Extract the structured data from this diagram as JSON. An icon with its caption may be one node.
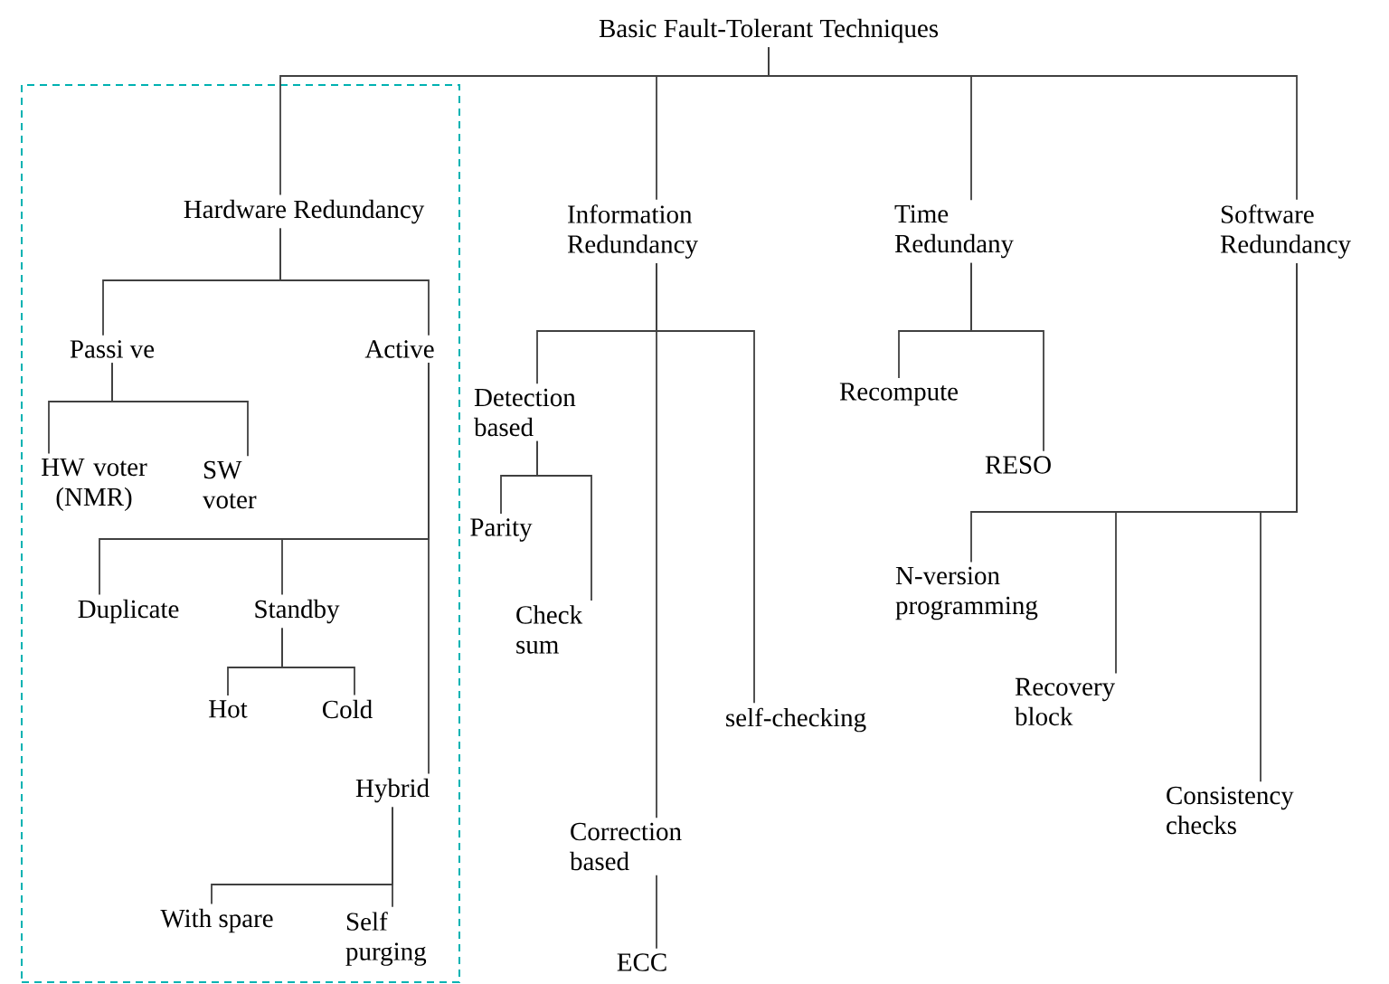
{
  "diagram": {
    "nodes": [
      {
        "text": [
          "Basic Fault-Tolerant Techniques"
        ]
      },
      {
        "text": [],
        "shape": "box"
      },
      {
        "text": [
          "Hardware Redundancy"
        ],
        "in": 1
      },
      {
        "text": [
          "Information Redundancy"
        ]
      },
      {
        "text": [
          "Time Redundany"
        ]
      },
      {
        "text": [
          "Software Redundancy"
        ]
      },
      {
        "text": [
          "Passi ve"
        ],
        "in": 1
      },
      {
        "text": [
          "Active"
        ],
        "in": 1
      },
      {
        "text": [
          "Detection based"
        ]
      },
      {
        "text": [
          "Recompute"
        ]
      },
      {
        "text": [
          "HW voter (NMR)"
        ],
        "in": 1
      },
      {
        "text": [
          "SW voter"
        ],
        "in": 1
      },
      {
        "text": [
          "RESO"
        ]
      },
      {
        "text": [
          "Parity"
        ]
      },
      {
        "text": [
          "N-version programming"
        ]
      },
      {
        "text": [
          "Duplicate"
        ],
        "in": 1
      },
      {
        "text": [
          "Standby"
        ],
        "in": 1
      },
      {
        "text": [
          "Check sum"
        ]
      },
      {
        "text": [
          "Hot"
        ],
        "in": 1
      },
      {
        "text": [
          "Cold"
        ],
        "in": 1
      },
      {
        "text": [
          "Recovery block"
        ]
      },
      {
        "text": [
          "self-checking"
        ]
      },
      {
        "text": [
          "Hybrid"
        ],
        "in": 1
      },
      {
        "text": [
          "Consistency checks"
        ]
      },
      {
        "text": [
          "Correction based"
        ]
      },
      {
        "text": [
          "With spare"
        ],
        "in": 1
      },
      {
        "text": [
          "Self purging"
        ],
        "in": 1
      },
      {
        "text": [
          "ECC"
        ]
      }
    ],
    "edges": [
      {
        "from": 0,
        "to": 2,
        "arrow": "none"
      },
      {
        "from": 0,
        "to": 3,
        "arrow": "none"
      },
      {
        "from": 0,
        "to": 4,
        "arrow": "none"
      },
      {
        "from": 0,
        "to": 5,
        "arrow": "none"
      },
      {
        "from": 2,
        "to": 6,
        "arrow": "none"
      },
      {
        "from": 2,
        "to": 7,
        "arrow": "none"
      },
      {
        "from": 3,
        "to": 8,
        "arrow": "none"
      },
      {
        "from": 3,
        "to": 21,
        "arrow": "none"
      },
      {
        "from": 3,
        "to": 24,
        "arrow": "none"
      },
      {
        "from": 4,
        "to": 9,
        "arrow": "none"
      },
      {
        "from": 4,
        "to": 12,
        "arrow": "none"
      },
      {
        "from": 5,
        "to": 14,
        "arrow": "none"
      },
      {
        "from": 5,
        "to": 20,
        "arrow": "none"
      },
      {
        "from": 5,
        "to": 23,
        "arrow": "none"
      },
      {
        "from": 6,
        "to": 10,
        "arrow": "none"
      },
      {
        "from": 6,
        "to": 11,
        "arrow": "none"
      },
      {
        "from": 7,
        "to": 15,
        "arrow": "none"
      },
      {
        "from": 7,
        "to": 16,
        "arrow": "none"
      },
      {
        "from": 7,
        "to": 22,
        "arrow": "none"
      },
      {
        "from": 8,
        "to": 13,
        "arrow": "none"
      },
      {
        "from": 8,
        "to": 17,
        "arrow": "none"
      },
      {
        "from": 16,
        "to": 18,
        "arrow": "none"
      },
      {
        "from": 16,
        "to": 19,
        "arrow": "none"
      },
      {
        "from": 22,
        "to": 25,
        "arrow": "none"
      },
      {
        "from": 22,
        "to": 26,
        "arrow": "none"
      },
      {
        "from": 24,
        "to": 27,
        "arrow": "none"
      }
    ]
  }
}
